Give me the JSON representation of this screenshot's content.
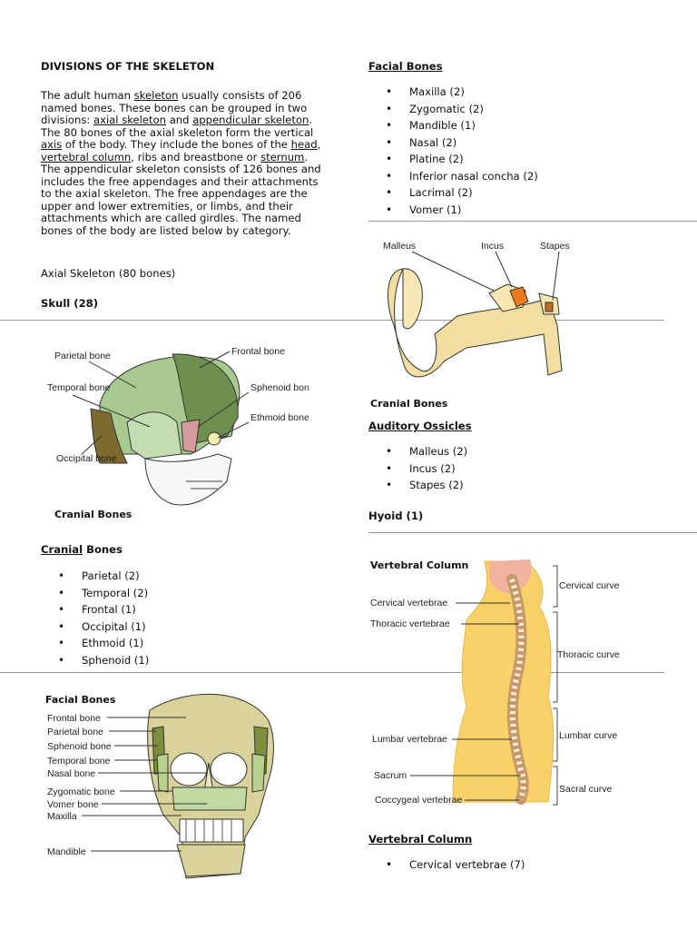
{
  "left": {
    "title": "DIVISIONS OF THE SKELETON",
    "intro": {
      "p1": "The adult human ",
      "link_skeleton": "skeleton",
      "p2": " usually consists of 206 named bones. These bones can be grouped in two divisions: ",
      "link_axial": "axial skeleton",
      "p3": " and ",
      "link_appendicular": "appendicular skeleton",
      "p4": ". The 80 bones of the axial skeleton form the vertical ",
      "link_axis": "axis",
      "p5": " of the body. They include the bones of the ",
      "link_head": "head",
      "p6": ", ",
      "link_vertebral": "vertebral column",
      "p7": ", ribs and breastbone or ",
      "link_sternum": "sternum",
      "p8": ". The appendicular skeleton consists of 126 bones and includes the free appendages and their attachments to the axial skeleton. The free appendages are the upper and lower extremities, or limbs, and their attachments which are called girdles. The named bones of the body are listed below by category."
    },
    "axial": "Axial Skeleton (80 bones)",
    "skull": "Skull (28)",
    "cranial_figure": {
      "labels": [
        "Parietal bone",
        "Frontal bone",
        "Temporal bone",
        "Sphenoid bone",
        "Ethmoid bone",
        "Occipital bone"
      ],
      "caption": "Cranial Bones"
    },
    "cranial_heading_link": "Cranial",
    "cranial_heading_rest": " Bones",
    "cranial_list": [
      "Parietal (2)",
      "Temporal (2)",
      "Frontal (1)",
      "Occipital (1)",
      "Ethmoid (1)",
      "Sphenoid (1)"
    ],
    "facial_figure": {
      "title": "Facial Bones",
      "labels": [
        "Frontal bone",
        "Parietal bone",
        "Sphenoid bone",
        "Temporal bone",
        "Nasal bone",
        "Zygomatic bone",
        "Vomer bone",
        "Maxilla",
        "Mandible"
      ]
    }
  },
  "right": {
    "facial_heading": "Facial Bones",
    "facial_list": [
      "Maxilla (2)",
      "Zygomatic (2)",
      "Mandible (1)",
      "Nasal (2)",
      "Platine (2)",
      "Inferior nasal concha (2)",
      "Lacrimal (2)",
      "Vomer (1)"
    ],
    "ear_figure": {
      "labels": [
        "Malleus",
        "Incus",
        "Stapes"
      ],
      "caption": "Cranial Bones"
    },
    "ossicles_heading": "Auditory Ossicles",
    "ossicles_list": [
      "Malleus (2)",
      "Incus (2)",
      "Stapes (2)"
    ],
    "hyoid": "Hyoid (1)",
    "spine_figure": {
      "title": "Vertebral Column",
      "left_labels": [
        "Cervical vertebrae",
        "Thoracic vertebrae",
        "Lumbar vertebrae",
        "Sacrum",
        "Coccygeal vertebrae"
      ],
      "right_labels": [
        "Cervical curve",
        "Thoracic curve",
        "Lumbar curve",
        "Sacral curve"
      ]
    },
    "vertebral_heading": "Vertebral Column",
    "vertebral_list": [
      "Cervical vertebrae (7)"
    ]
  }
}
